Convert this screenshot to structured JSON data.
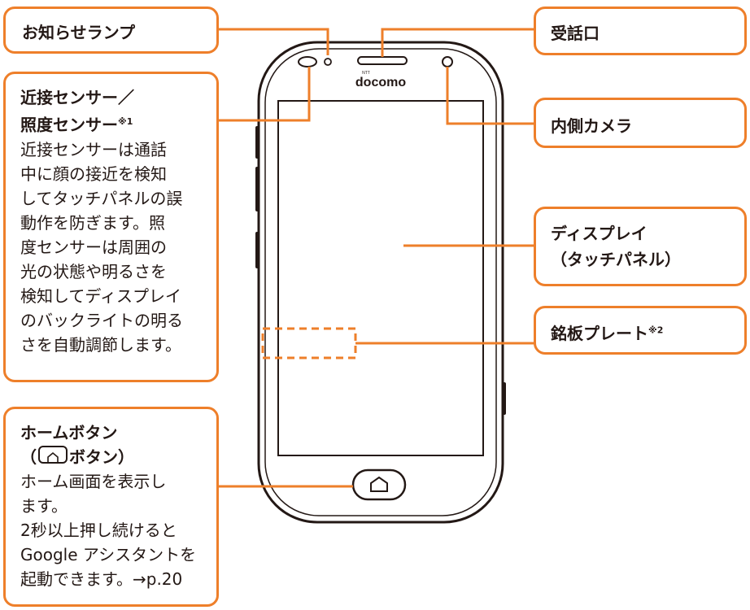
{
  "callouts": {
    "notification_lamp": "お知らせランプ",
    "receiver": "受話口",
    "proximity_title_1": "近接センサー／",
    "proximity_title_2": "照度センサー",
    "proximity_note": "※1",
    "proximity_desc": [
      "近接センサーは通話",
      "中に顔の接近を検知",
      "してタッチパネルの誤",
      "動作を防ぎます。照",
      "度センサーは周囲の",
      "光の状態や明るさを",
      "検知してディスプレイ",
      "のバックライトの明る",
      "さを自動調節します。"
    ],
    "front_camera": "内側カメラ",
    "display_1": "ディスプレイ",
    "display_2": "（タッチパネル）",
    "nameplate": "銘板プレート",
    "nameplate_note": "※2",
    "home_title": "ホームボタン",
    "home_sub_open": "（",
    "home_sub_label": "ボタン）",
    "home_desc": [
      "ホーム画面を表示し",
      "ます。",
      "2秒以上押し続けると",
      "Google アシスタントを",
      "起動できます。→p.20"
    ]
  },
  "phone": {
    "brand": "docomo",
    "brand_small": "NTT"
  },
  "colors": {
    "accent": "#ee7f2a",
    "ink": "#231815"
  },
  "icons": {
    "home": "home-icon"
  }
}
